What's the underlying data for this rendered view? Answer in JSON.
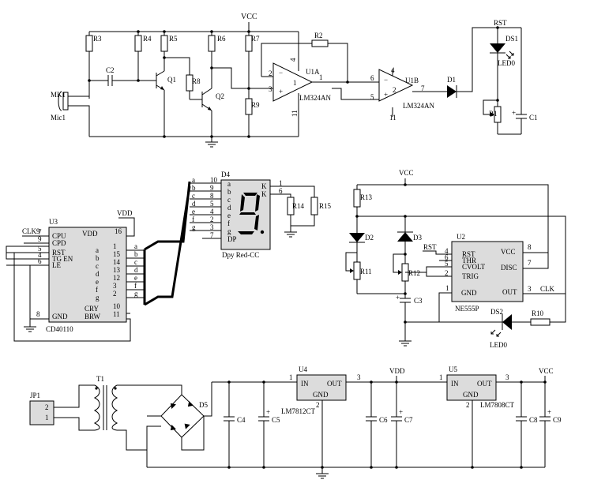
{
  "section_amplifier": {
    "vcc_label": "VCC",
    "rst_label": "RST",
    "mic_ref": "MK1",
    "mic_name": "Mic1",
    "r3": "R3",
    "r4": "R4",
    "r5": "R5",
    "r6": "R6",
    "r7": "R7",
    "r8": "R8",
    "r9": "R9",
    "r2": "R2",
    "r1": "R1",
    "c1": "C1",
    "c2": "C2",
    "q1": "Q1",
    "q2": "Q2",
    "u1a": "U1A",
    "u1a_part": "LM324AN",
    "u1b": "U1B",
    "u1b_part": "LM324AN",
    "d1": "D1",
    "ds1": "DS1",
    "led_name": "LED0",
    "pin2": "2",
    "pin3": "3",
    "pin1": "1",
    "pin4": "4",
    "pin11": "11",
    "pin6": "6",
    "pin5": "5",
    "pin7": "7",
    "pin4b": "4",
    "pin11b": "11"
  },
  "section_counter": {
    "clk_label": "CLK",
    "u3_ref": "U3",
    "u3_part": "CD40110",
    "vdd_label": "VDD",
    "pins_left": [
      {
        "num": "7",
        "name": "CPU"
      },
      {
        "num": "9",
        "name": "CPD"
      },
      {
        "num": "5",
        "name": "RST"
      },
      {
        "num": "4",
        "name": "TG EN"
      },
      {
        "num": "6",
        "name": "LE"
      }
    ],
    "pin_vdd_num": "16",
    "pin_vdd_name": "VDD",
    "pins_right": [
      {
        "num": "1",
        "name": "a",
        "net": "a"
      },
      {
        "num": "15",
        "name": "b",
        "net": "b"
      },
      {
        "num": "14",
        "name": "c",
        "net": "c"
      },
      {
        "num": "13",
        "name": "d",
        "net": "d"
      },
      {
        "num": "12",
        "name": "e",
        "net": "e"
      },
      {
        "num": "3",
        "name": "f",
        "net": "f"
      },
      {
        "num": "2",
        "name": "g",
        "net": "g"
      }
    ],
    "pin_cry_num": "10",
    "pin_cry_name": "CRY",
    "pin_brw_num": "11",
    "pin_brw_name": "BRW",
    "pin_gnd_num": "8",
    "pin_gnd_name": "GND",
    "clk_pin9": "9"
  },
  "section_display": {
    "ref": "D4",
    "part": "Dpy Red-CC",
    "pins": [
      {
        "net": "a",
        "num": "10",
        "name": "a"
      },
      {
        "net": "b",
        "num": "9",
        "name": "b"
      },
      {
        "net": "c",
        "num": "8",
        "name": "c"
      },
      {
        "net": "d",
        "num": "5",
        "name": "d"
      },
      {
        "net": "e",
        "num": "4",
        "name": "e"
      },
      {
        "net": "f",
        "num": "2",
        "name": "f"
      },
      {
        "net": "g",
        "num": "3",
        "name": "g"
      },
      {
        "net": "",
        "num": "7",
        "name": "DP"
      }
    ],
    "k1_num": "1",
    "k1_name": "K",
    "k2_num": "6",
    "k2_name": "K",
    "r14": "R14",
    "r15": "R15"
  },
  "section_timer": {
    "vcc_label": "VCC",
    "rst_label": "RST",
    "clk_label": "CLK",
    "u2_ref": "U2",
    "u2_part": "NE555P",
    "pins_left": [
      {
        "num": "4",
        "name": "RST"
      },
      {
        "num": "6",
        "name": "THR"
      },
      {
        "num": "5",
        "name": "CVOLT"
      },
      {
        "num": "2",
        "name": "TRIG"
      }
    ],
    "pin_gnd_num": "1",
    "pin_gnd_name": "GND",
    "pin_vcc_num": "8",
    "pin_vcc_name": "VCC",
    "pin_disc_num": "7",
    "pin_disc_name": "DISC",
    "pin_out_num": "3",
    "pin_out_name": "OUT",
    "r13": "R13",
    "r11": "R11",
    "r12": "R12",
    "r10": "R10",
    "d2": "D2",
    "d3": "D3",
    "c3": "C3",
    "ds2": "DS2",
    "led_name": "LED0"
  },
  "section_power": {
    "jp1": "JP1",
    "jp_pin2": "2",
    "jp_pin1": "1",
    "t1": "T1",
    "d5": "D5",
    "c4": "C4",
    "c5": "C5",
    "c6": "C6",
    "c7": "C7",
    "c8": "C8",
    "c9": "C9",
    "u4_ref": "U4",
    "u4_part": "LM7812CT",
    "u4_in": "IN",
    "u4_out": "OUT",
    "u4_gnd": "GND",
    "u4_pin1": "1",
    "u4_pin3": "3",
    "u4_pin2": "2",
    "u5_ref": "U5",
    "u5_part": "LM7808CT",
    "u5_in": "IN",
    "u5_out": "OUT",
    "u5_gnd": "GND",
    "u5_pin1": "1",
    "u5_pin3": "3",
    "u5_pin2": "2",
    "vdd_label": "VDD",
    "vcc_label": "VCC"
  }
}
